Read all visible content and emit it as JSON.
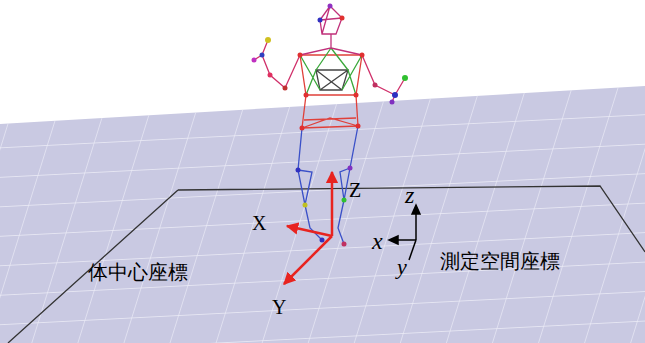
{
  "diagram": {
    "labels": [
      "Z",
      "X",
      "Y",
      "z",
      "x",
      "y",
      "体中心座標",
      "測定空間座標"
    ]
  }
}
